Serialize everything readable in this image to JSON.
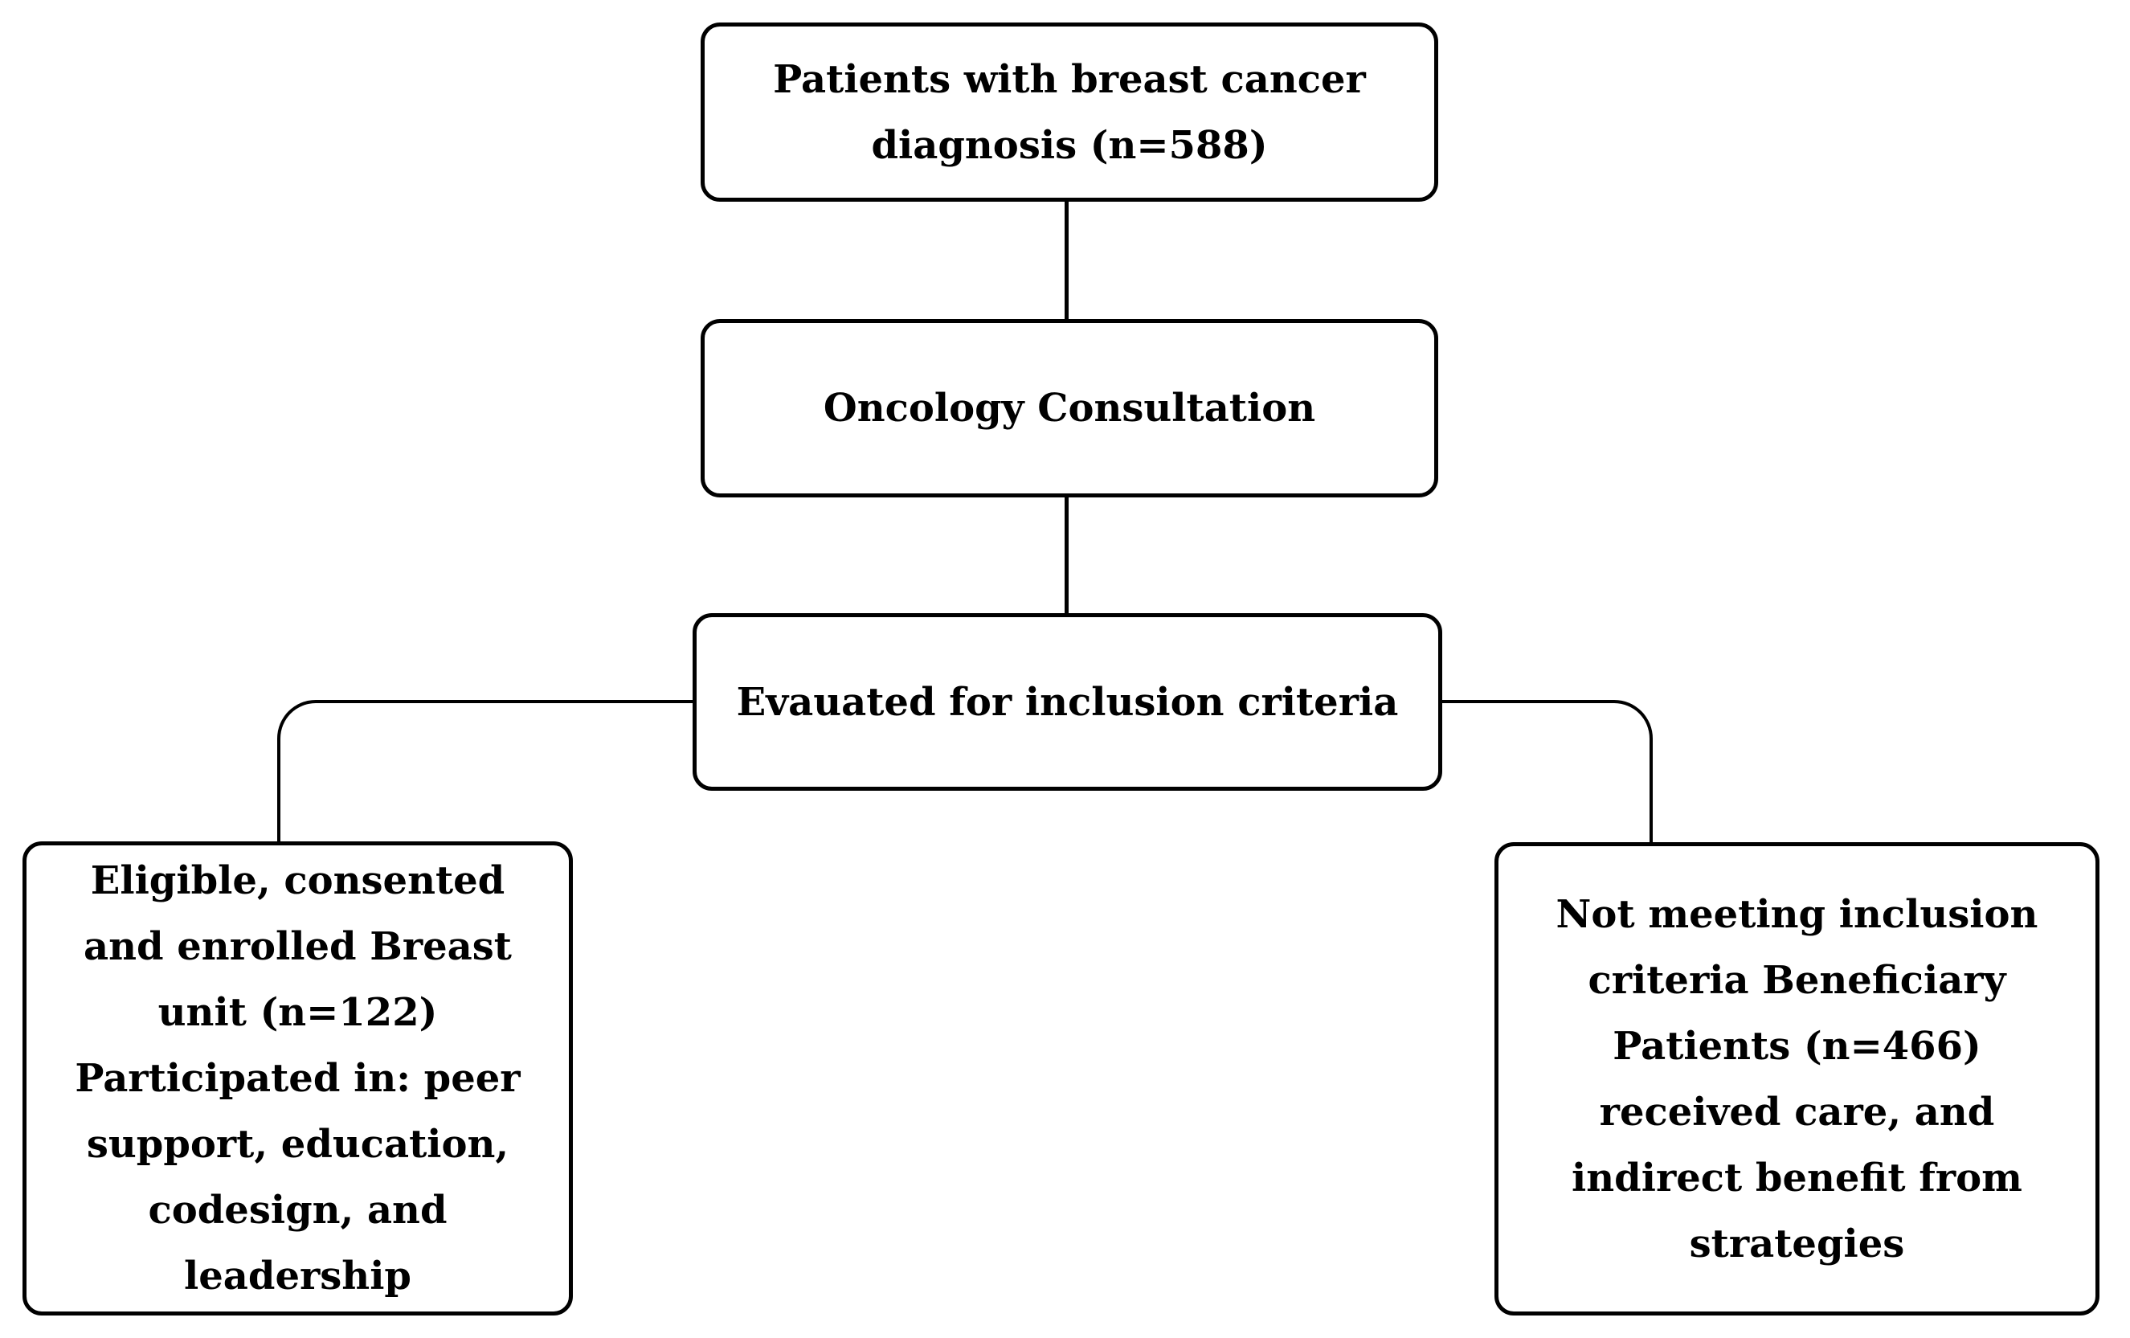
{
  "diagram": {
    "type": "flowchart",
    "colors": {
      "background": "#ffffff",
      "node_fill": "#ffffff",
      "stroke": "#000000",
      "text": "#000000"
    },
    "nodes": {
      "patients": {
        "text": "Patients with breast cancer diagnosis (n=588)",
        "lines": [
          "Patients with breast cancer",
          "diagnosis (n=588)"
        ],
        "n": 588
      },
      "consultation": {
        "text": "Oncology Consultation",
        "lines": [
          "Oncology Consultation"
        ]
      },
      "evaluation": {
        "text": "Evauated for inclusion criteria",
        "lines": [
          "Evauated for inclusion criteria"
        ]
      },
      "enrolled": {
        "text": "Eligible, consented and enrolled Breast unit (n=122) Participated in: peer support, education, codesign, and leadership",
        "lines": [
          "Eligible, consented",
          "and enrolled Breast",
          "unit (n=122)",
          "Participated in: peer",
          "support, education,",
          "codesign, and",
          "leadership"
        ],
        "n": 122
      },
      "beneficiary": {
        "text": "Not meeting inclusion criteria Beneficiary Patients (n=466) received care, and indirect benefit from strategies",
        "lines": [
          "Not meeting inclusion",
          "criteria Beneficiary",
          "Patients (n=466)",
          "received care, and",
          "indirect benefit from",
          "strategies"
        ],
        "n": 466
      }
    },
    "edges": [
      {
        "from": "patients",
        "to": "consultation"
      },
      {
        "from": "consultation",
        "to": "evaluation"
      },
      {
        "from": "evaluation",
        "to": "enrolled"
      },
      {
        "from": "evaluation",
        "to": "beneficiary"
      }
    ]
  }
}
